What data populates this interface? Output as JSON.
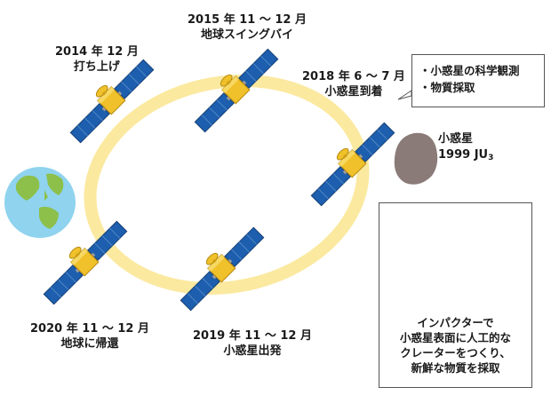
{
  "stages": {
    "launch": {
      "date": "2014 年 12 月",
      "event": "打ち上げ"
    },
    "swingby": {
      "date": "2015 年 11 ～ 12 月",
      "event": "地球スイングバイ"
    },
    "arrival": {
      "date": "2018 年 6 ～ 7 月",
      "event": "小惑星到着"
    },
    "departure": {
      "date": "2019 年 11 ～ 12 月",
      "event": "小惑星出発"
    },
    "return": {
      "date": "2020 年 11 ～ 12 月",
      "event": "地球に帰還"
    }
  },
  "callout": {
    "items": [
      "・小惑星の科学観測",
      "・物質採取"
    ]
  },
  "asteroid": {
    "label": "小惑星",
    "designation": "1999 JU",
    "designation_sub": "3"
  },
  "impactor_panel": {
    "lines": [
      "インパクターで",
      "小惑星表面に人工的な",
      "クレーターをつくり、",
      "新鮮な物質を採取"
    ]
  },
  "colors": {
    "orbit": "#fbe9a0",
    "solar_panel": "#1d5fae",
    "satellite_body": "#f0c12a",
    "asteroid": "#8a7b78",
    "arrow": "#e94b28",
    "earth_ocean": "#8fd3ef",
    "earth_land": "#8cc04a"
  }
}
